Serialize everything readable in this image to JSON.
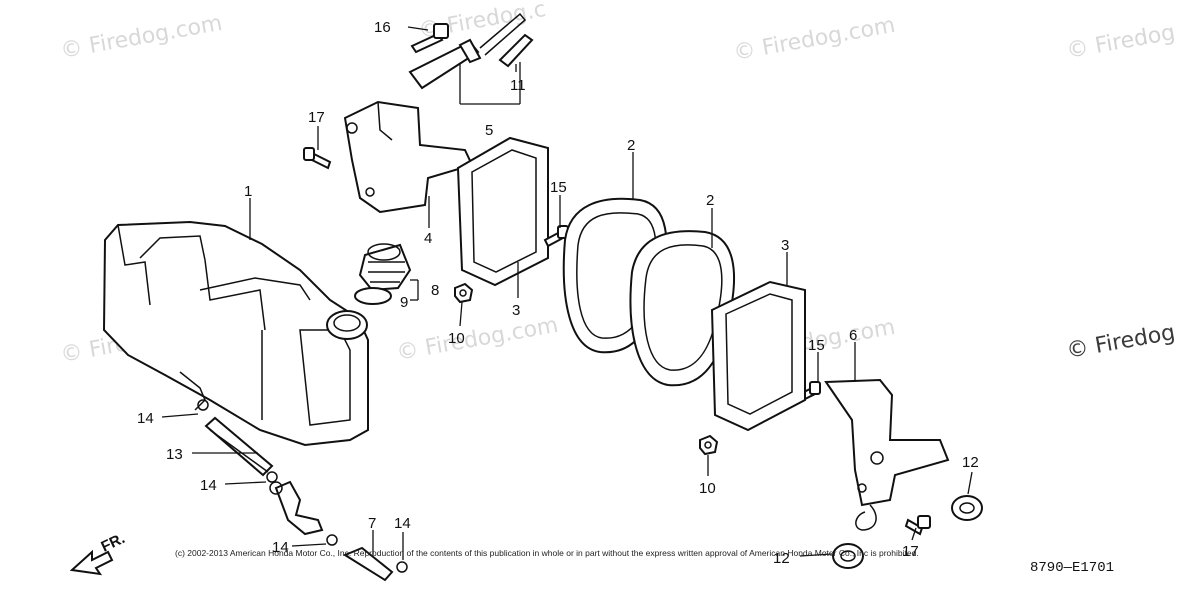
{
  "watermark": {
    "text": "© Firedog.com",
    "text_partial": "© Firedog",
    "text_partial2": "© Firedog.c",
    "text_dark": "© Firedog"
  },
  "callouts": {
    "c1": "1",
    "c2a": "2",
    "c2b": "2",
    "c3a": "3",
    "c3b": "3",
    "c4": "4",
    "c5": "5",
    "c6": "6",
    "c7": "7",
    "c8": "8",
    "c9": "9",
    "c10a": "10",
    "c10b": "10",
    "c11": "11",
    "c12a": "12",
    "c12b": "12",
    "c13": "13",
    "c14a": "14",
    "c14b": "14",
    "c14c": "14",
    "c14d": "14",
    "c15a": "15",
    "c15b": "15",
    "c16": "16",
    "c17a": "17",
    "c17b": "17"
  },
  "footer": {
    "copyright": "(c) 2002-2013 American Honda Motor Co., Inc. Reproduction of the contents of this publication in whole or in part without the express written approval of American Honda Motor Co., Inc is prohibited.",
    "diagram_code": "8790—E1701",
    "direction_label": "FR."
  },
  "colors": {
    "line": "#111111",
    "watermark": "#b9b9b9"
  }
}
